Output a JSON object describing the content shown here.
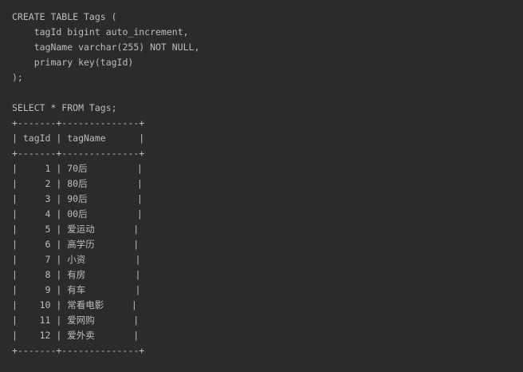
{
  "code": {
    "lines": [
      "CREATE TABLE Tags (",
      "    tagId bigint auto_increment,",
      "    tagName varchar(255) NOT NULL,",
      "    primary key(tagId)",
      ");",
      "",
      "SELECT * FROM Tags;",
      "+-------+--------------+",
      "| tagId | tagName      |",
      "+-------+--------------+",
      "|     1 | 70后         |",
      "|     2 | 80后         |",
      "|     3 | 90后         |",
      "|     4 | 00后         |",
      "|     5 | 爱运动       |",
      "|     6 | 高学历       |",
      "|     7 | 小资         |",
      "|     8 | 有房         |",
      "|     9 | 有车         |",
      "|    10 | 常看电影     |",
      "|    11 | 爱网购       |",
      "|    12 | 爱外卖       |",
      "+-------+--------------+"
    ]
  }
}
